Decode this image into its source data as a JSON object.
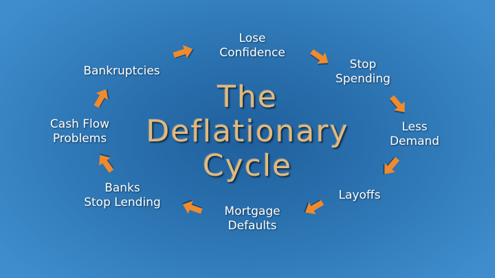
{
  "title": {
    "line1": "The",
    "line2": "Deflationary",
    "line3": "Cycle"
  },
  "colors": {
    "arrow": "#f08a2c",
    "title": "#e2b97c",
    "text": "#ffffff"
  },
  "nodes": [
    {
      "id": "lose-confidence",
      "lines": [
        "Lose",
        "Confidence"
      ]
    },
    {
      "id": "stop-spending",
      "lines": [
        "Stop",
        "Spending"
      ]
    },
    {
      "id": "less-demand",
      "lines": [
        "Less",
        "Demand"
      ]
    },
    {
      "id": "layoffs",
      "lines": [
        "Layoffs"
      ]
    },
    {
      "id": "mortgage-defaults",
      "lines": [
        "Mortgage",
        "Defaults"
      ]
    },
    {
      "id": "banks-stop-lending",
      "lines": [
        "Banks",
        "Stop Lending"
      ]
    },
    {
      "id": "cash-flow-problems",
      "lines": [
        "Cash Flow",
        "Problems"
      ]
    },
    {
      "id": "bankruptcies",
      "lines": [
        "Bankruptcies"
      ]
    }
  ]
}
